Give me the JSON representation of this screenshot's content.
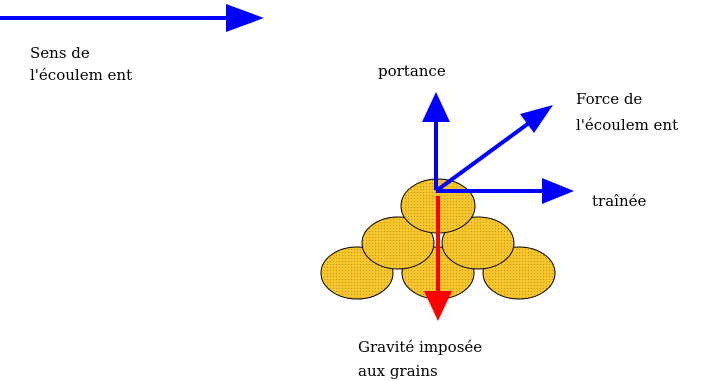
{
  "labels": {
    "flow_direction": [
      "Sens de",
      "l'écoulem ent"
    ],
    "lift": "portance",
    "flow_force": [
      "Force de",
      "l'écoulem ent"
    ],
    "drag": "traînée",
    "gravity": [
      "Gravité imposée",
      "aux grains"
    ]
  },
  "colors": {
    "force_arrow": "#0000ff",
    "gravity_arrow": "#ff0000",
    "grain_fill": "#f2c12e",
    "grain_outline": "#000000"
  }
}
